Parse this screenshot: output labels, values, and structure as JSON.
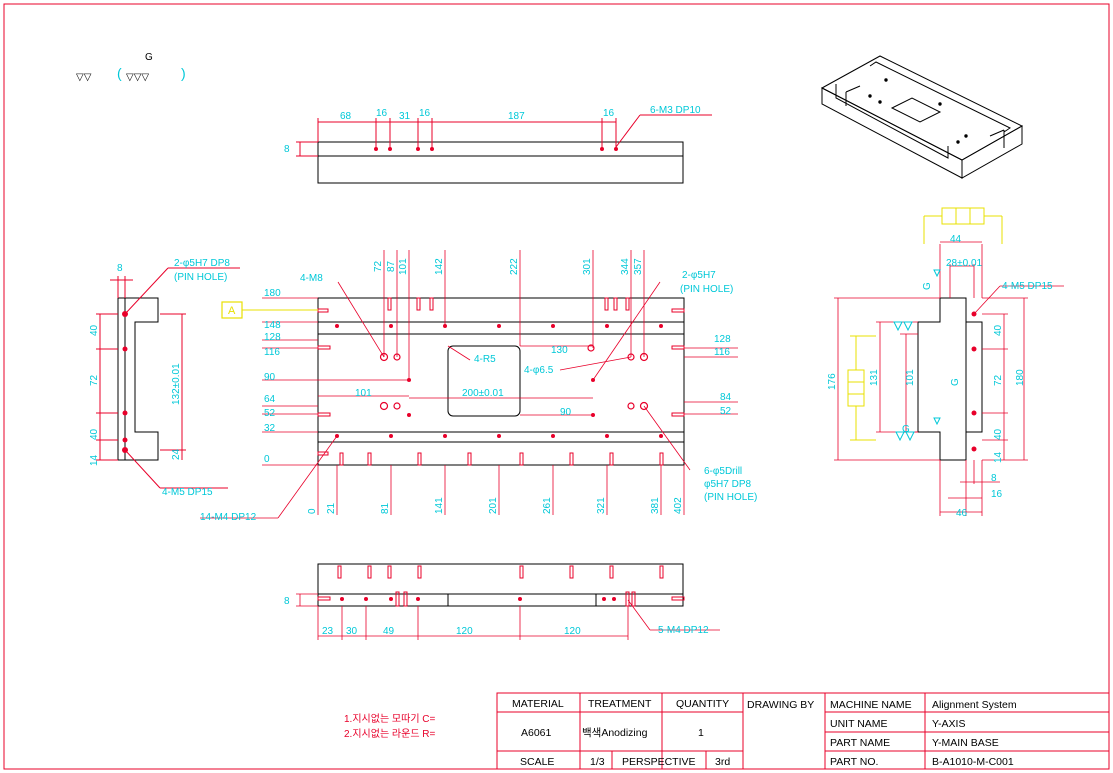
{
  "roughness": {
    "grade": "G",
    "sym1": "▽▽",
    "sym2_open": "(",
    "sym2": "▽▽▽",
    "sym2_close": ")"
  },
  "top_view": {
    "dims": [
      "68",
      "16",
      "31",
      "16",
      "187",
      "16"
    ],
    "depth": "8",
    "callout": "6-M3 DP10"
  },
  "left_view": {
    "dims_v": [
      "40",
      "72",
      "40",
      "14"
    ],
    "top_dim": "8",
    "mid_dim": "132±0.01",
    "bot_dim": "24",
    "callout_pin": "2-φ5H7 DP8",
    "callout_pin_sub": "(PIN HOLE)",
    "callout_m5": "4-M5 DP15"
  },
  "front_view": {
    "datum": "A",
    "y_labels_left": [
      "180",
      "148",
      "128",
      "116",
      "90",
      "64",
      "52",
      "32",
      "0"
    ],
    "y_labels_right": [
      "128",
      "116",
      "84",
      "52"
    ],
    "x_top": [
      "72",
      "87",
      "101",
      "142",
      "222",
      "301",
      "344",
      "357"
    ],
    "x_bottom": [
      "0",
      "21",
      "81",
      "141",
      "201",
      "261",
      "321",
      "381",
      "402"
    ],
    "inner_labels": [
      "101",
      "200±0.01",
      "130",
      "90",
      "4-R5",
      "4-φ6.5"
    ],
    "callout_m8": "4-M8",
    "callout_pin": "2-φ5H7",
    "callout_pin_sub": "(PIN HOLE)",
    "callout_m4": "14-M4 DP12",
    "callout_6": "6-φ5Drill",
    "callout_6b": "φ5H7 DP8",
    "callout_6c": "(PIN HOLE)"
  },
  "bottom_view": {
    "depth": "8",
    "dims": [
      "23",
      "30",
      "49",
      "120",
      "120"
    ],
    "callout": "5-M4 DP12"
  },
  "right_view": {
    "top_dims": [
      "44",
      "28±0.01"
    ],
    "callout": "4-M5 DP15",
    "v_dims": [
      "40",
      "72",
      "40",
      "14"
    ],
    "overall": "176",
    "inner": "131",
    "inner2": "101",
    "height": "180",
    "grade": "G",
    "bot_dims": [
      "8",
      "16",
      "46"
    ]
  },
  "notes": [
    "1.지시없는 모따기 C=",
    "2.지시없는 라운드 R="
  ],
  "title_block": {
    "h_material": "MATERIAL",
    "h_treatment": "TREATMENT",
    "h_quantity": "QUANTITY",
    "h_drawing_by": "DRAWING BY",
    "h_machine": "MACHINE NAME",
    "v_machine": "Alignment System",
    "material": "A6061",
    "treatment": "백색Anodizing",
    "quantity": "1",
    "h_unit": "UNIT NAME",
    "v_unit": "Y-AXIS",
    "h_part_name": "PART NAME",
    "v_part_name": "Y-MAIN BASE",
    "h_scale": "SCALE",
    "v_scale": "1/3",
    "h_perspective": "PERSPECTIVE",
    "v_perspective": "3rd",
    "h_part_no": "PART  NO.",
    "v_part_no": "B-A1010-M-C001"
  }
}
